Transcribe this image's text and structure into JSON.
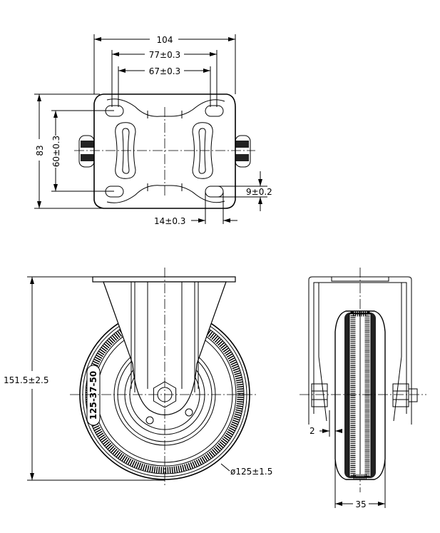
{
  "top_view": {
    "dim_width": "104",
    "dim_hole_outer": "77±0.3",
    "dim_hole_inner": "67±0.3",
    "dim_height": "83",
    "dim_hole_vertical": "60±0.3",
    "dim_slot_width": "9±0.2",
    "dim_slot_length": "14±0.3"
  },
  "side_view": {
    "dim_total_height": "151.5±2.5",
    "dim_diameter": "ø125±1.5",
    "tire_marking": "125-37-50"
  },
  "front_view": {
    "dim_gap": "2",
    "dim_wheel_width": "35"
  }
}
